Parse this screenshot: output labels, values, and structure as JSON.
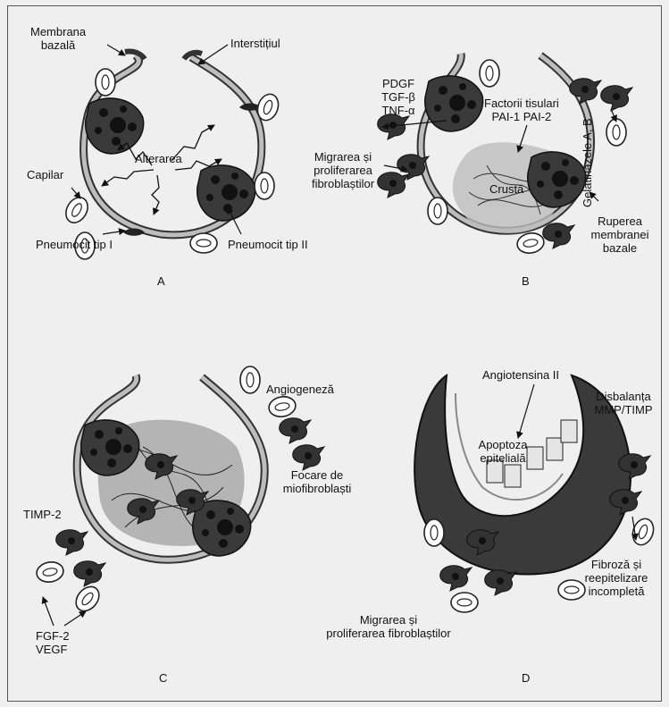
{
  "panels": {
    "A": {
      "letter": "A",
      "labels": {
        "membrana_bazala": [
          "Membrana",
          "bazală"
        ],
        "interstitiul": "Interstițiul",
        "alterarea": "Alterarea",
        "capilar": "Capilar",
        "pneumocit_tip_1": "Pneumocit tip I",
        "pneumocit_tip_2": "Pneumocit tip II"
      }
    },
    "B": {
      "letter": "B",
      "labels": {
        "pdgf": "PDGF",
        "tgf": "TGF-β",
        "tnf": "TNF-α",
        "factorii_tisulari": [
          "Factorii tisulari",
          "PAI-1 PAI-2"
        ],
        "migrarea": [
          "Migrarea și",
          "proliferarea",
          "fibroblaștilor"
        ],
        "crusta": "Crustă",
        "gelatinazele": "Gelatinazele A, B",
        "ruperea": [
          "Ruperea",
          "membranei",
          "bazale"
        ]
      }
    },
    "C": {
      "letter": "C",
      "labels": {
        "angiogeneza": "Angiogeneză",
        "focare": [
          "Focare de",
          "miofibroblaști"
        ],
        "timp2": "TIMP-2",
        "fgf2": "FGF-2",
        "vegf": "VEGF"
      }
    },
    "D": {
      "letter": "D",
      "labels": {
        "angiotensina": "Angiotensina II",
        "disbalanta": [
          "Disbalanța",
          "MMP/TIMP"
        ],
        "apoptoza": [
          "Apoptoza",
          "epitelială"
        ],
        "fibroza": [
          "Fibroză și",
          "reepitelizare",
          "incompletă"
        ],
        "migrarea": [
          "Migrarea și",
          "proliferarea fibroblaștilor"
        ]
      }
    }
  }
}
